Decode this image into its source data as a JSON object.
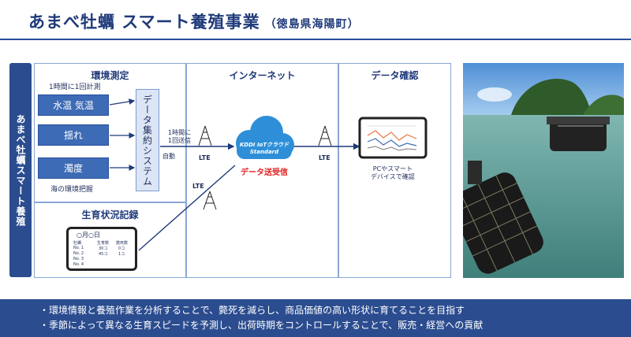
{
  "header": {
    "title": "あまべ牡蠣 スマート養殖事業",
    "subtitle": "（徳島県海陽町）"
  },
  "sidebar": {
    "label": "あまべ牡蠣スマート養殖"
  },
  "environment": {
    "title": "環境測定",
    "interval_note": "1時間に1回計測",
    "sensors": [
      "水温 気温",
      "揺れ",
      "濁度"
    ],
    "system_label": "データ集約システム",
    "footer_note": "海の環境把握",
    "auto_label": "自動"
  },
  "growth": {
    "title": "生育状況記録",
    "tablet": {
      "date": "○月○日",
      "headers": [
        "牡蠣",
        "生育数",
        "斃死数"
      ],
      "rows": [
        [
          "No. 1",
          "30コ",
          "0コ"
        ],
        [
          "No. 2",
          "45コ",
          "1コ"
        ],
        [
          "No. 3",
          "",
          ""
        ],
        [
          "No. 4",
          "",
          ""
        ]
      ]
    }
  },
  "internet": {
    "title": "インターネット",
    "send_note": "1時間に\n1回送信",
    "lte_label": "LTE",
    "cloud_line1": "KDDI IoTクラウド",
    "cloud_line2": "Standard",
    "data_send_label": "データ送受信"
  },
  "data_check": {
    "title": "データ確認",
    "device_note": "PCやスマート\nデバイスで確認"
  },
  "banner": {
    "line1": "・環境情報と養殖作業を分析することで、斃死を減らし、商品価値の高い形状に育てることを目指す",
    "line2": "・季節によって異なる生育スピードを予測し、出荷時期をコントロールすることで、販売・経営への貢献"
  },
  "colors": {
    "primary": "#2b4c8f",
    "sensor": "#3d6bb5",
    "system_fill": "#dbe5f5",
    "cloud": "#2e8fd8",
    "highlight": "#e02020"
  }
}
